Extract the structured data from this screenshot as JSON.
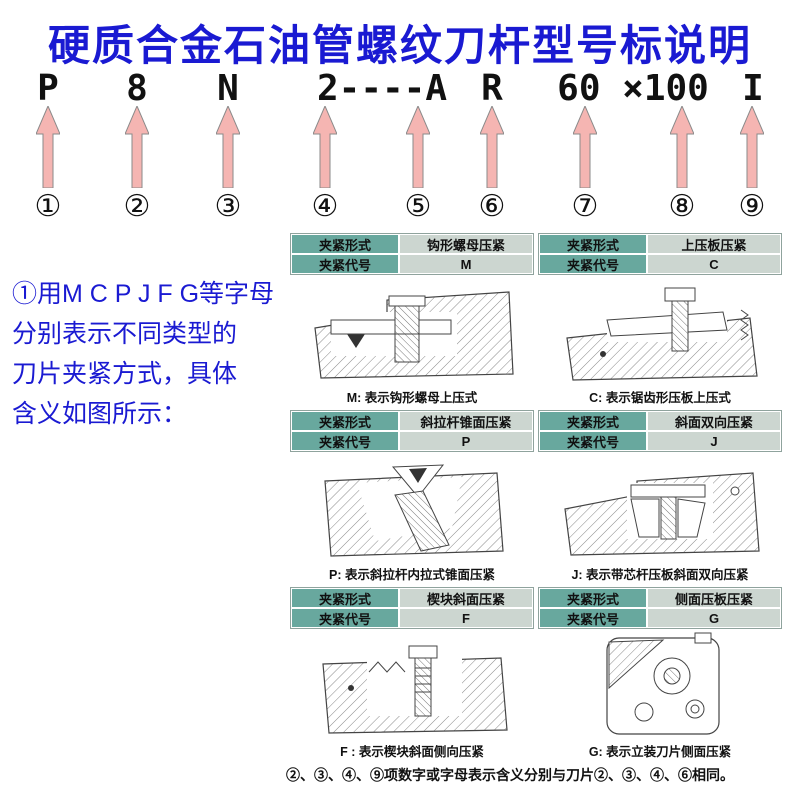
{
  "title": "硬质合金石油管螺纹刀杆型号标说明",
  "code_labels": [
    {
      "text": "P"
    },
    {
      "text": "8"
    },
    {
      "text": "N"
    },
    {
      "text": "2----A"
    },
    {
      "text": "R"
    },
    {
      "text": "60 ×100"
    },
    {
      "text": "I"
    }
  ],
  "arrows": [
    {
      "num": "①"
    },
    {
      "num": "②"
    },
    {
      "num": "③"
    },
    {
      "num": "④"
    },
    {
      "num": "⑤"
    },
    {
      "num": "⑥"
    },
    {
      "num": "⑦"
    },
    {
      "num": "⑧"
    },
    {
      "num": "⑨"
    }
  ],
  "intro": {
    "line1": "①用M C P J F G等字母",
    "line2": "分别表示不同类型的",
    "line3": "刀片夹紧方式，具体",
    "line4": "含义如图所示："
  },
  "table_labels": {
    "form": "夹紧形式",
    "code": "夹紧代号"
  },
  "panels": [
    {
      "form": "钩形螺母压紧",
      "code": "M",
      "caption": "M: 表示钩形螺母上压式"
    },
    {
      "form": "上压板压紧",
      "code": "C",
      "caption": "C: 表示锯齿形压板上压式"
    },
    {
      "form": "斜拉杆锥面压紧",
      "code": "P",
      "caption": "P: 表示斜拉杆内拉式锥面压紧"
    },
    {
      "form": "斜面双向压紧",
      "code": "J",
      "caption": "J: 表示带芯杆压板斜面双向压紧"
    },
    {
      "form": "楔块斜面压紧",
      "code": "F",
      "caption": "F : 表示楔块斜面侧向压紧"
    },
    {
      "form": "侧面压板压紧",
      "code": "G",
      "caption": "G: 表示立装刀片侧面压紧"
    }
  ],
  "footnote": "②、③、④、⑨项数字或字母表示含义分别与刀片②、③、④、⑥相同。",
  "colors": {
    "title_blue": "#1a1ad2",
    "header_teal": "#68a89e",
    "cell_light": "#ccd6d0",
    "arrow_pink": "#f5b5b2"
  }
}
